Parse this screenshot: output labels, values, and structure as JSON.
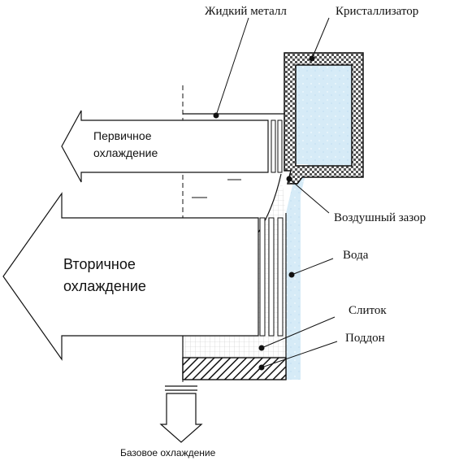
{
  "labels": {
    "liquid_metal": "Жидкий металл",
    "mold": "Кристаллизатор",
    "primary_cooling": [
      "Первичное",
      "охлаждение"
    ],
    "air_gap": "Воздушный зазор",
    "water": "Вода",
    "secondary_cooling": [
      "Вторичное",
      "охлаждение"
    ],
    "ingot": "Слиток",
    "bottom_block": "Поддон",
    "base_cooling": "Базовое охлаждение"
  },
  "colors": {
    "water": "#d6ebf7",
    "line": "#111111",
    "grid": "#c8c8c8",
    "mold_pattern": "#555555"
  }
}
